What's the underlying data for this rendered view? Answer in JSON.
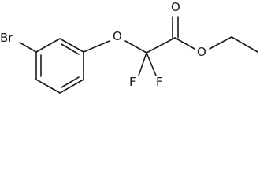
{
  "molecule": {
    "atoms": {
      "bromine": "Br",
      "ether_oxygen": "O",
      "carbonyl_oxygen": "O",
      "ester_oxygen": "O",
      "fluorine_left": "F",
      "fluorine_right": "F"
    }
  }
}
